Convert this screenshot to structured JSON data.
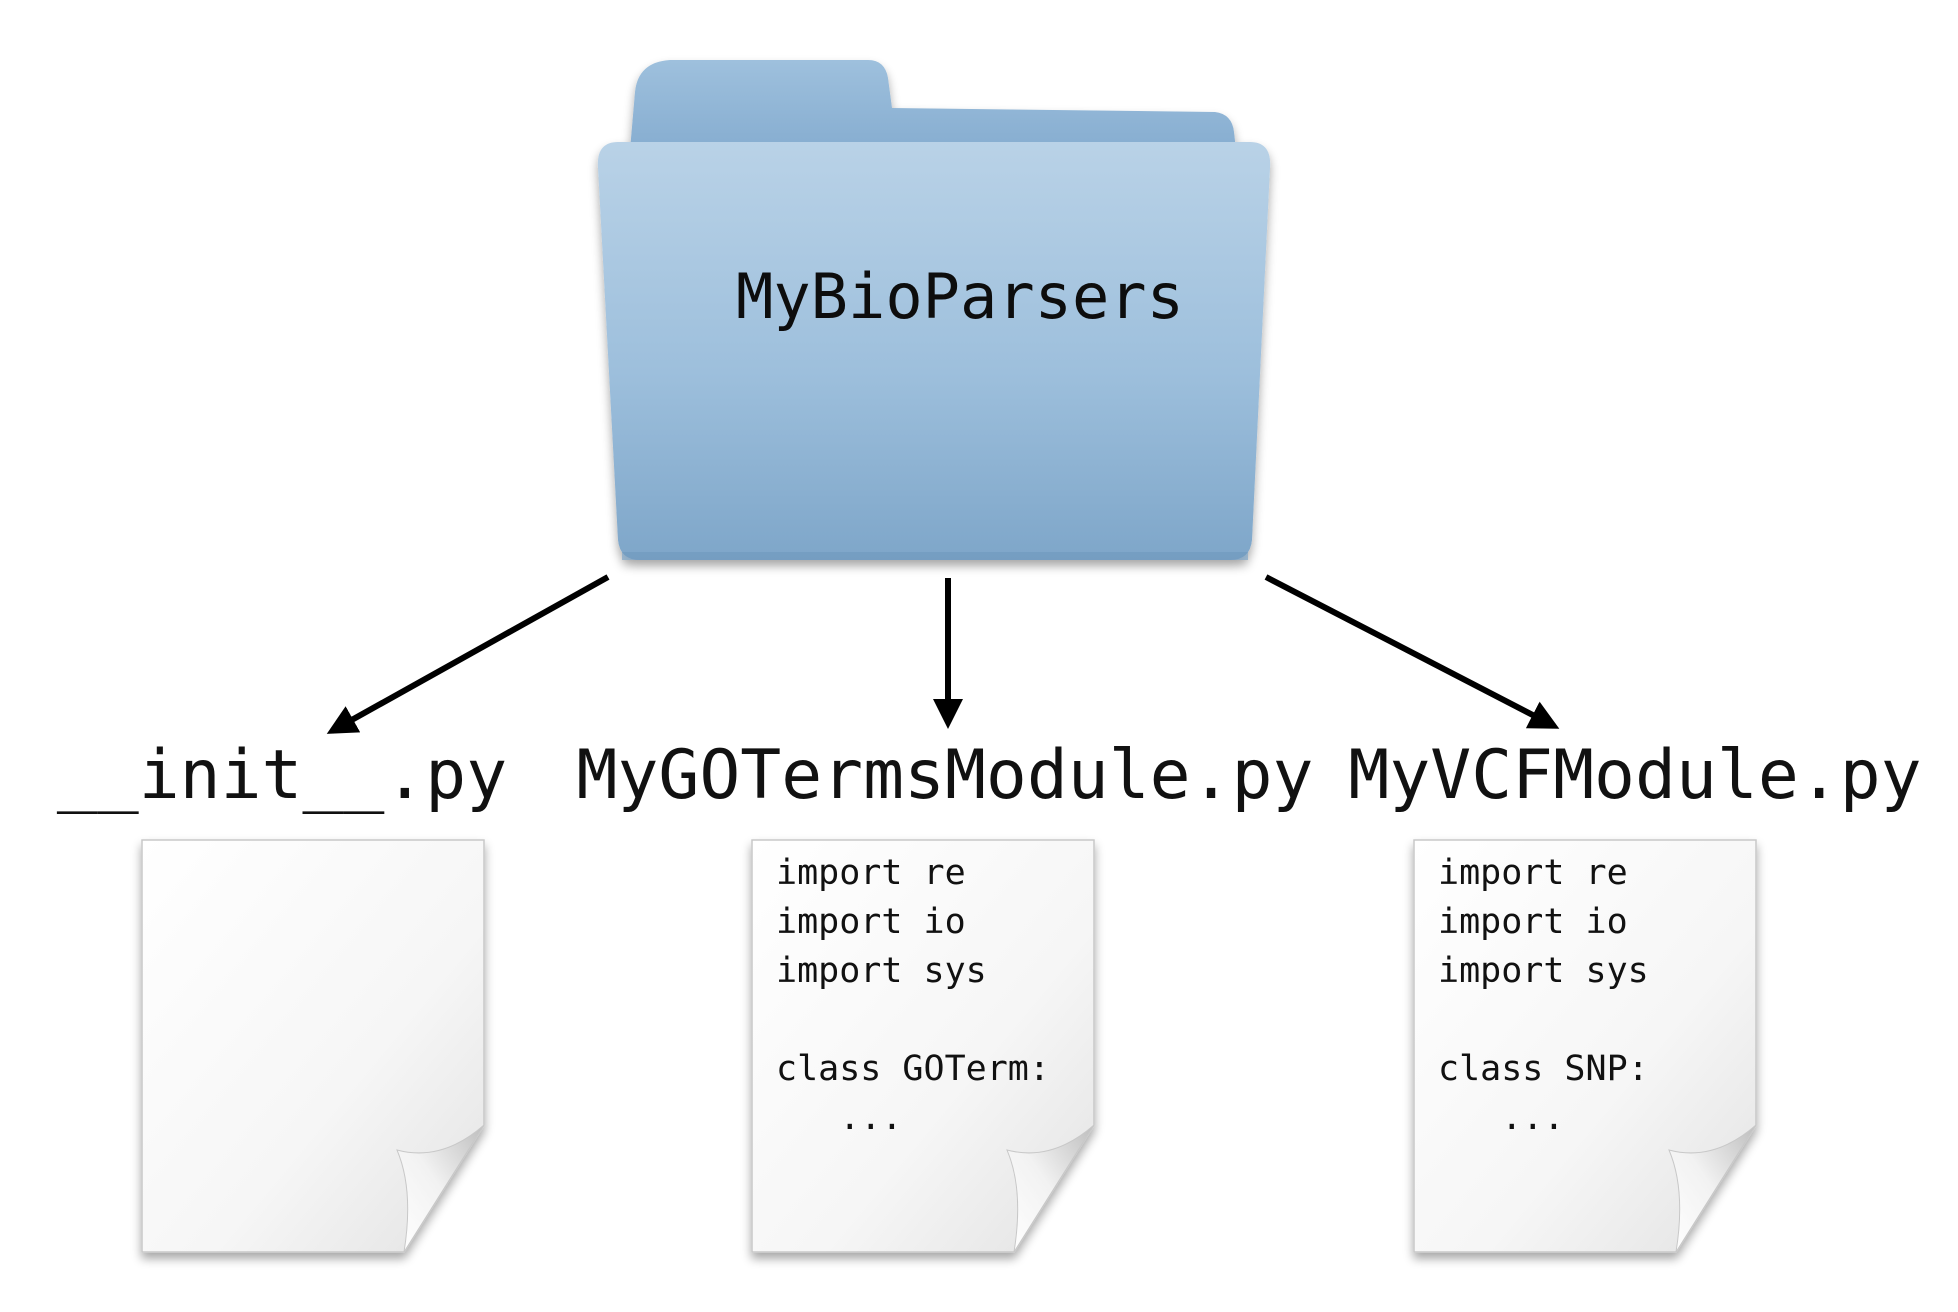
{
  "folder": {
    "name": "MyBioParsers",
    "icon": "folder-icon",
    "color": "#8fb4d4"
  },
  "files": [
    {
      "name": "__init__.py",
      "icon": "document-icon",
      "code": []
    },
    {
      "name": "MyGOTermsModule.py",
      "icon": "document-icon",
      "code": [
        "import re",
        "import io",
        "import sys",
        "",
        "class GOTerm:",
        "   ..."
      ]
    },
    {
      "name": "MyVCFModule.py",
      "icon": "document-icon",
      "code": [
        "import re",
        "import io",
        "import sys",
        "",
        "class SNP:",
        "   ..."
      ]
    }
  ]
}
